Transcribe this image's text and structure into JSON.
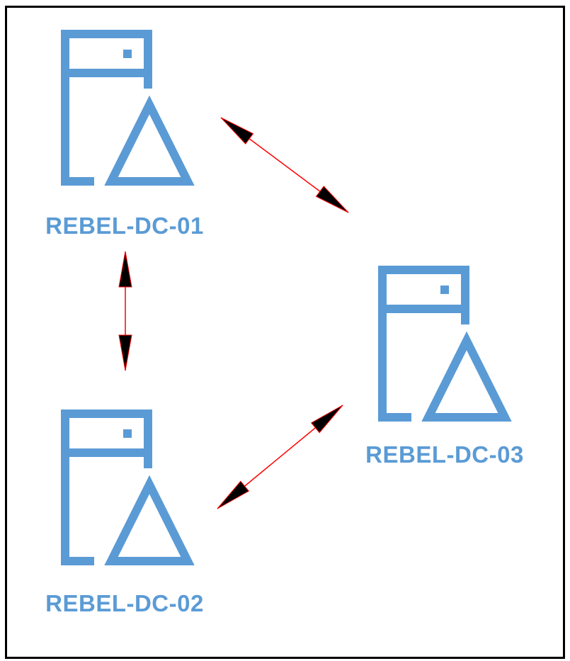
{
  "diagram": {
    "nodes": [
      {
        "id": "dc01",
        "label": "REBEL-DC-01",
        "icon": "domain-controller-server-icon"
      },
      {
        "id": "dc02",
        "label": "REBEL-DC-02",
        "icon": "domain-controller-server-icon"
      },
      {
        "id": "dc03",
        "label": "REBEL-DC-03",
        "icon": "domain-controller-server-icon"
      }
    ],
    "edges": [
      {
        "from": "dc01",
        "to": "dc03",
        "style": "bidirectional-arrow"
      },
      {
        "from": "dc01",
        "to": "dc02",
        "style": "bidirectional-arrow"
      },
      {
        "from": "dc02",
        "to": "dc03",
        "style": "bidirectional-arrow"
      }
    ],
    "colors": {
      "icon": "#5b9bd5",
      "label": "#5b9bd5",
      "arrow_line": "#ff0000",
      "arrow_head": "#000000"
    }
  }
}
